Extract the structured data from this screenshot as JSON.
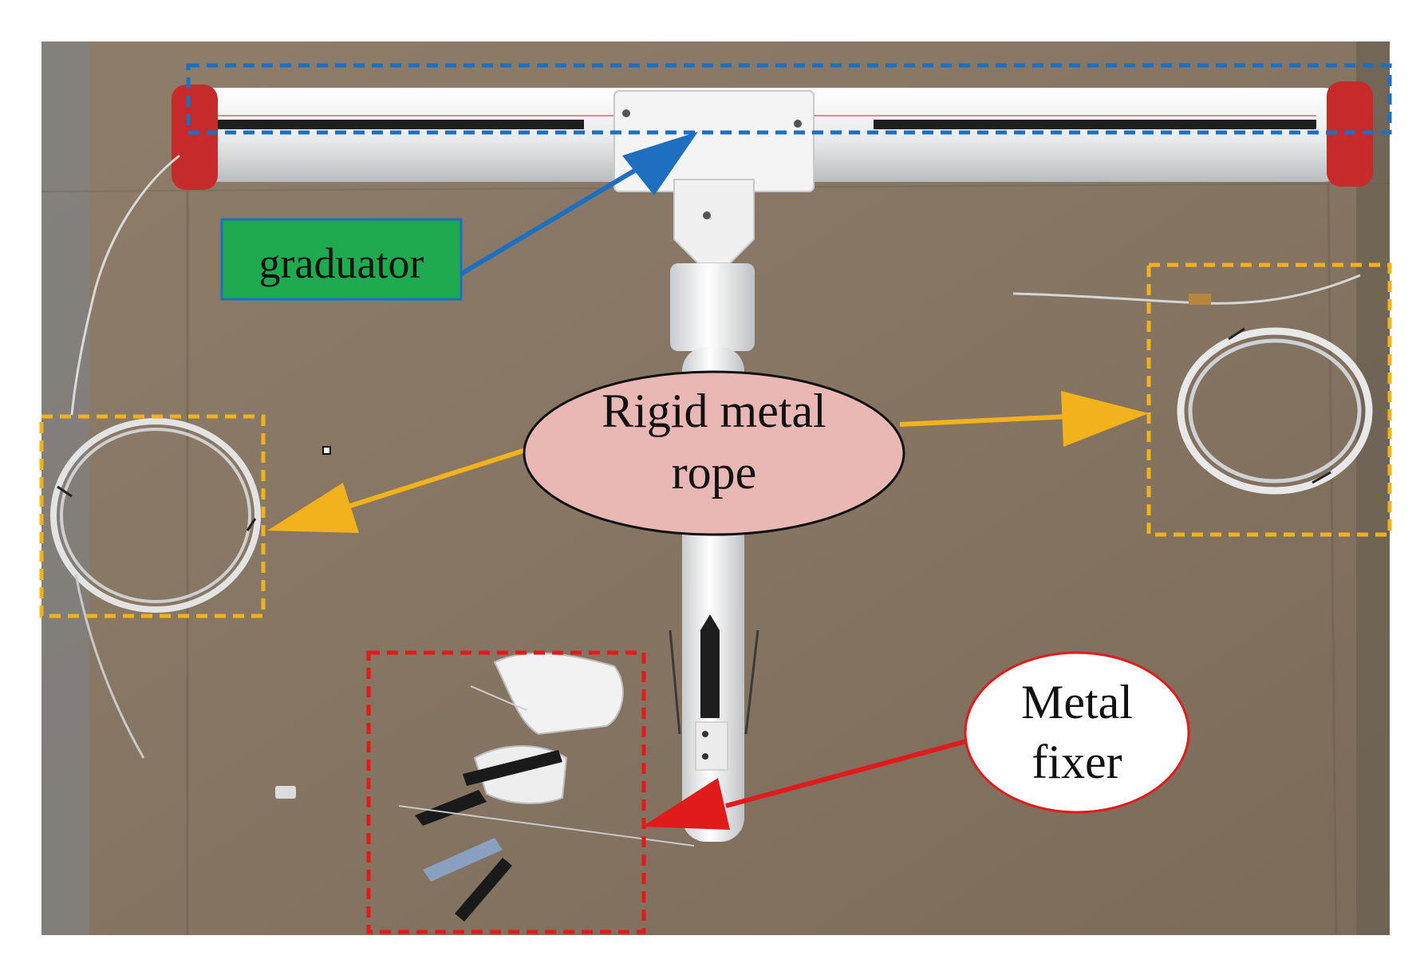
{
  "labels": {
    "graduator": "graduator",
    "rope_line1": "Rigid metal",
    "rope_line2": "rope",
    "fixer_line1": "Metal",
    "fixer_line2": "fixer"
  },
  "colors": {
    "cardboard": "#8a7a66",
    "graduator_box": "#1f6fc0",
    "graduator_label_bg": "#1faa4f",
    "rope_box": "#f2b21b",
    "rope_label_bg": "#e9b8b5",
    "fixer_box": "#e11b1b",
    "fixer_label_bg": "#ffffff",
    "pipe": "#ecedee",
    "end_cap": "#c62a2a"
  }
}
